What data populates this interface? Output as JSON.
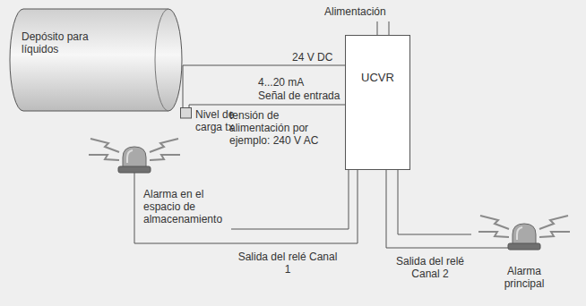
{
  "diagram": {
    "nodes": [
      {
        "text": [
          "Depósito para líquidos"
        ]
      },
      {
        "text": [
          "Nivel de carga tx"
        ]
      },
      {
        "text": [
          "UCVR"
        ]
      },
      {
        "text": [
          "Alarma en el espacio de almacenamiento"
        ]
      },
      {
        "text": [
          "Alarma principal"
        ]
      }
    ],
    "edges": [
      {
        "from": 1,
        "to": 2,
        "arrow": "none",
        "label": "24 V DC"
      },
      {
        "from": 1,
        "to": 2,
        "arrow": "none"
      },
      {
        "from": 2,
        "to": 3,
        "arrow": "none",
        "label": "Salida del relé Canal 1"
      },
      {
        "from": 2,
        "to": 4,
        "arrow": "none",
        "label": "Salida del relé Canal 2"
      }
    ],
    "labels": [
      "4...20 mA",
      "Señal de entrada",
      "Alimentación",
      "tensión de alimentación por ejemplo: 240 V AC"
    ]
  }
}
